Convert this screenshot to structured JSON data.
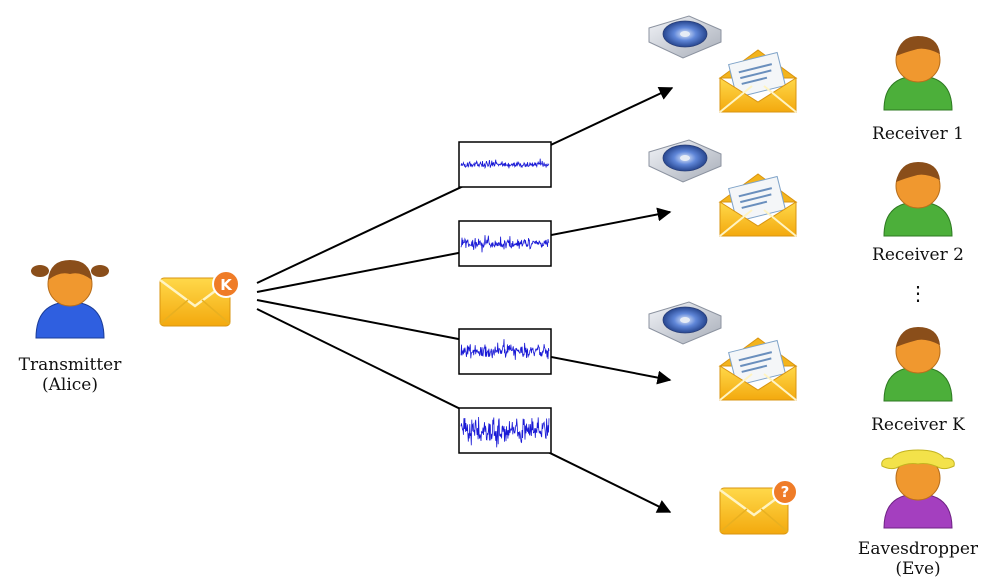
{
  "transmitter": {
    "line1": "Transmitter",
    "line2": "(Alice)"
  },
  "sent_envelope_badge": "K",
  "eve_envelope_badge": "?",
  "receivers": [
    {
      "label": "Receiver 1"
    },
    {
      "label": "Receiver 2"
    },
    {
      "label": "Receiver K"
    }
  ],
  "ellipsis": "⋮",
  "eavesdropper": {
    "line1": "Eavesdropper",
    "line2": "(Eve)"
  },
  "colors": {
    "alice_shirt": "#2f5fe0",
    "receiver_shirt": "#4caf3a",
    "eve_shirt": "#a43fbf",
    "face": "#f0982f",
    "hair_brown": "#8a4e1a",
    "hair_blonde": "#f3e24a",
    "envelope": "#f7c21c",
    "badge": "#ef7c27",
    "noise": "#1a1ad6"
  }
}
